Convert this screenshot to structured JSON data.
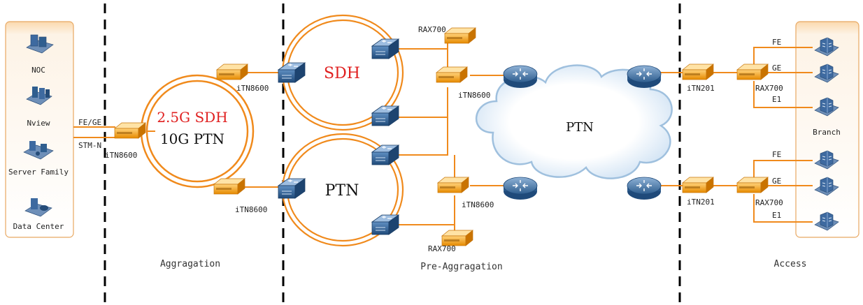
{
  "left_panel": {
    "items": [
      {
        "label": "NOC",
        "icon": "noc-building-icon"
      },
      {
        "label": "Nview",
        "icon": "nview-server-icon"
      },
      {
        "label": "Server Family",
        "icon": "server-family-icon"
      },
      {
        "label": "Data Center",
        "icon": "data-center-icon"
      }
    ]
  },
  "link_labels": {
    "fe_ge": "FE/GE",
    "stm_n": "STM-N"
  },
  "devices": {
    "itn8600_hub": "iTN8600",
    "itn8600_top_agg": "iTN8600",
    "itn8600_bottom_agg": "iTN8600",
    "itn8600_top_pre": "iTN8600",
    "itn8600_bottom_pre": "iTN8600",
    "rax700_top": "RAX700",
    "rax700_bottom": "RAX700",
    "itn201_top": "iTN201",
    "itn201_bottom": "iTN201",
    "rax700_access_top": "RAX700",
    "rax700_access_bottom": "RAX700"
  },
  "rings": {
    "aggregation_line1": "2.5G SDH",
    "aggregation_line2": "10G PTN",
    "sdh": "SDH",
    "ptn": "PTN"
  },
  "cloud": {
    "label": "PTN"
  },
  "access_links": {
    "top": [
      "FE",
      "GE",
      "E1"
    ],
    "bottom": [
      "FE",
      "GE",
      "E1"
    ]
  },
  "right_panel": {
    "branch_label": "Branch"
  },
  "zones": {
    "aggregation": "Aggragation",
    "pre_aggregation": "Pre-Aggragation",
    "access": "Access"
  },
  "colors": {
    "link": "#f08a1c",
    "device": "#f5a623",
    "router_blue": "#3a6ea5",
    "panel": "#fce8cf",
    "red_text": "#e02020"
  }
}
